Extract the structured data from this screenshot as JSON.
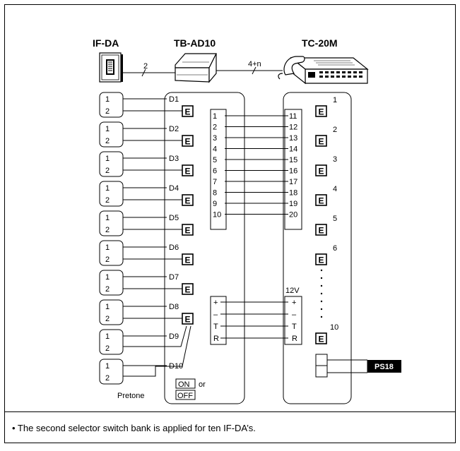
{
  "devices": {
    "ifda": "IF-DA",
    "tbad10": "TB-AD10",
    "tc20m": "TC-20M",
    "wire_ifda_tbad": "2",
    "wire_tbad_tc": "4+n"
  },
  "left_blocks": [
    {
      "d": "D1",
      "t1": "1",
      "t2": "2",
      "e": "E"
    },
    {
      "d": "D2",
      "t1": "1",
      "t2": "2",
      "e": "E"
    },
    {
      "d": "D3",
      "t1": "1",
      "t2": "2",
      "e": "E"
    },
    {
      "d": "D4",
      "t1": "1",
      "t2": "2",
      "e": "E"
    },
    {
      "d": "D5",
      "t1": "1",
      "t2": "2",
      "e": "E"
    },
    {
      "d": "D6",
      "t1": "1",
      "t2": "2",
      "e": "E"
    },
    {
      "d": "D7",
      "t1": "1",
      "t2": "2",
      "e": "E"
    },
    {
      "d": "D8",
      "t1": "1",
      "t2": "2",
      "e": "E"
    },
    {
      "d": "D9",
      "t1": "1",
      "t2": "2"
    },
    {
      "d": "D10",
      "t1": "1",
      "t2": "2"
    }
  ],
  "link_terminals": [
    {
      "l": "1",
      "r": "11"
    },
    {
      "l": "2",
      "r": "12"
    },
    {
      "l": "3",
      "r": "13"
    },
    {
      "l": "4",
      "r": "14"
    },
    {
      "l": "5",
      "r": "15"
    },
    {
      "l": "6",
      "r": "16"
    },
    {
      "l": "7",
      "r": "17"
    },
    {
      "l": "8",
      "r": "18"
    },
    {
      "l": "9",
      "r": "19"
    },
    {
      "l": "10",
      "r": "20"
    }
  ],
  "power_terminals": {
    "label": "12V",
    "rows": [
      {
        "l": "+",
        "r": "+"
      },
      {
        "l": "–",
        "r": "–"
      },
      {
        "l": "T",
        "r": "T"
      },
      {
        "l": "R",
        "r": "R"
      }
    ]
  },
  "tc_e_items": [
    {
      "n": "1",
      "e": "E"
    },
    {
      "n": "2",
      "e": "E"
    },
    {
      "n": "3",
      "e": "E"
    },
    {
      "n": "4",
      "e": "E"
    },
    {
      "n": "5",
      "e": "E"
    },
    {
      "n": "6",
      "e": "E"
    },
    {
      "n": "10",
      "e": "E"
    }
  ],
  "pretone": {
    "label": "Pretone",
    "on": "ON",
    "or": "or",
    "off": "OFF"
  },
  "power_supply": "PS18",
  "footnote": "• The second selector switch bank is applied for ten IF-DA’s."
}
